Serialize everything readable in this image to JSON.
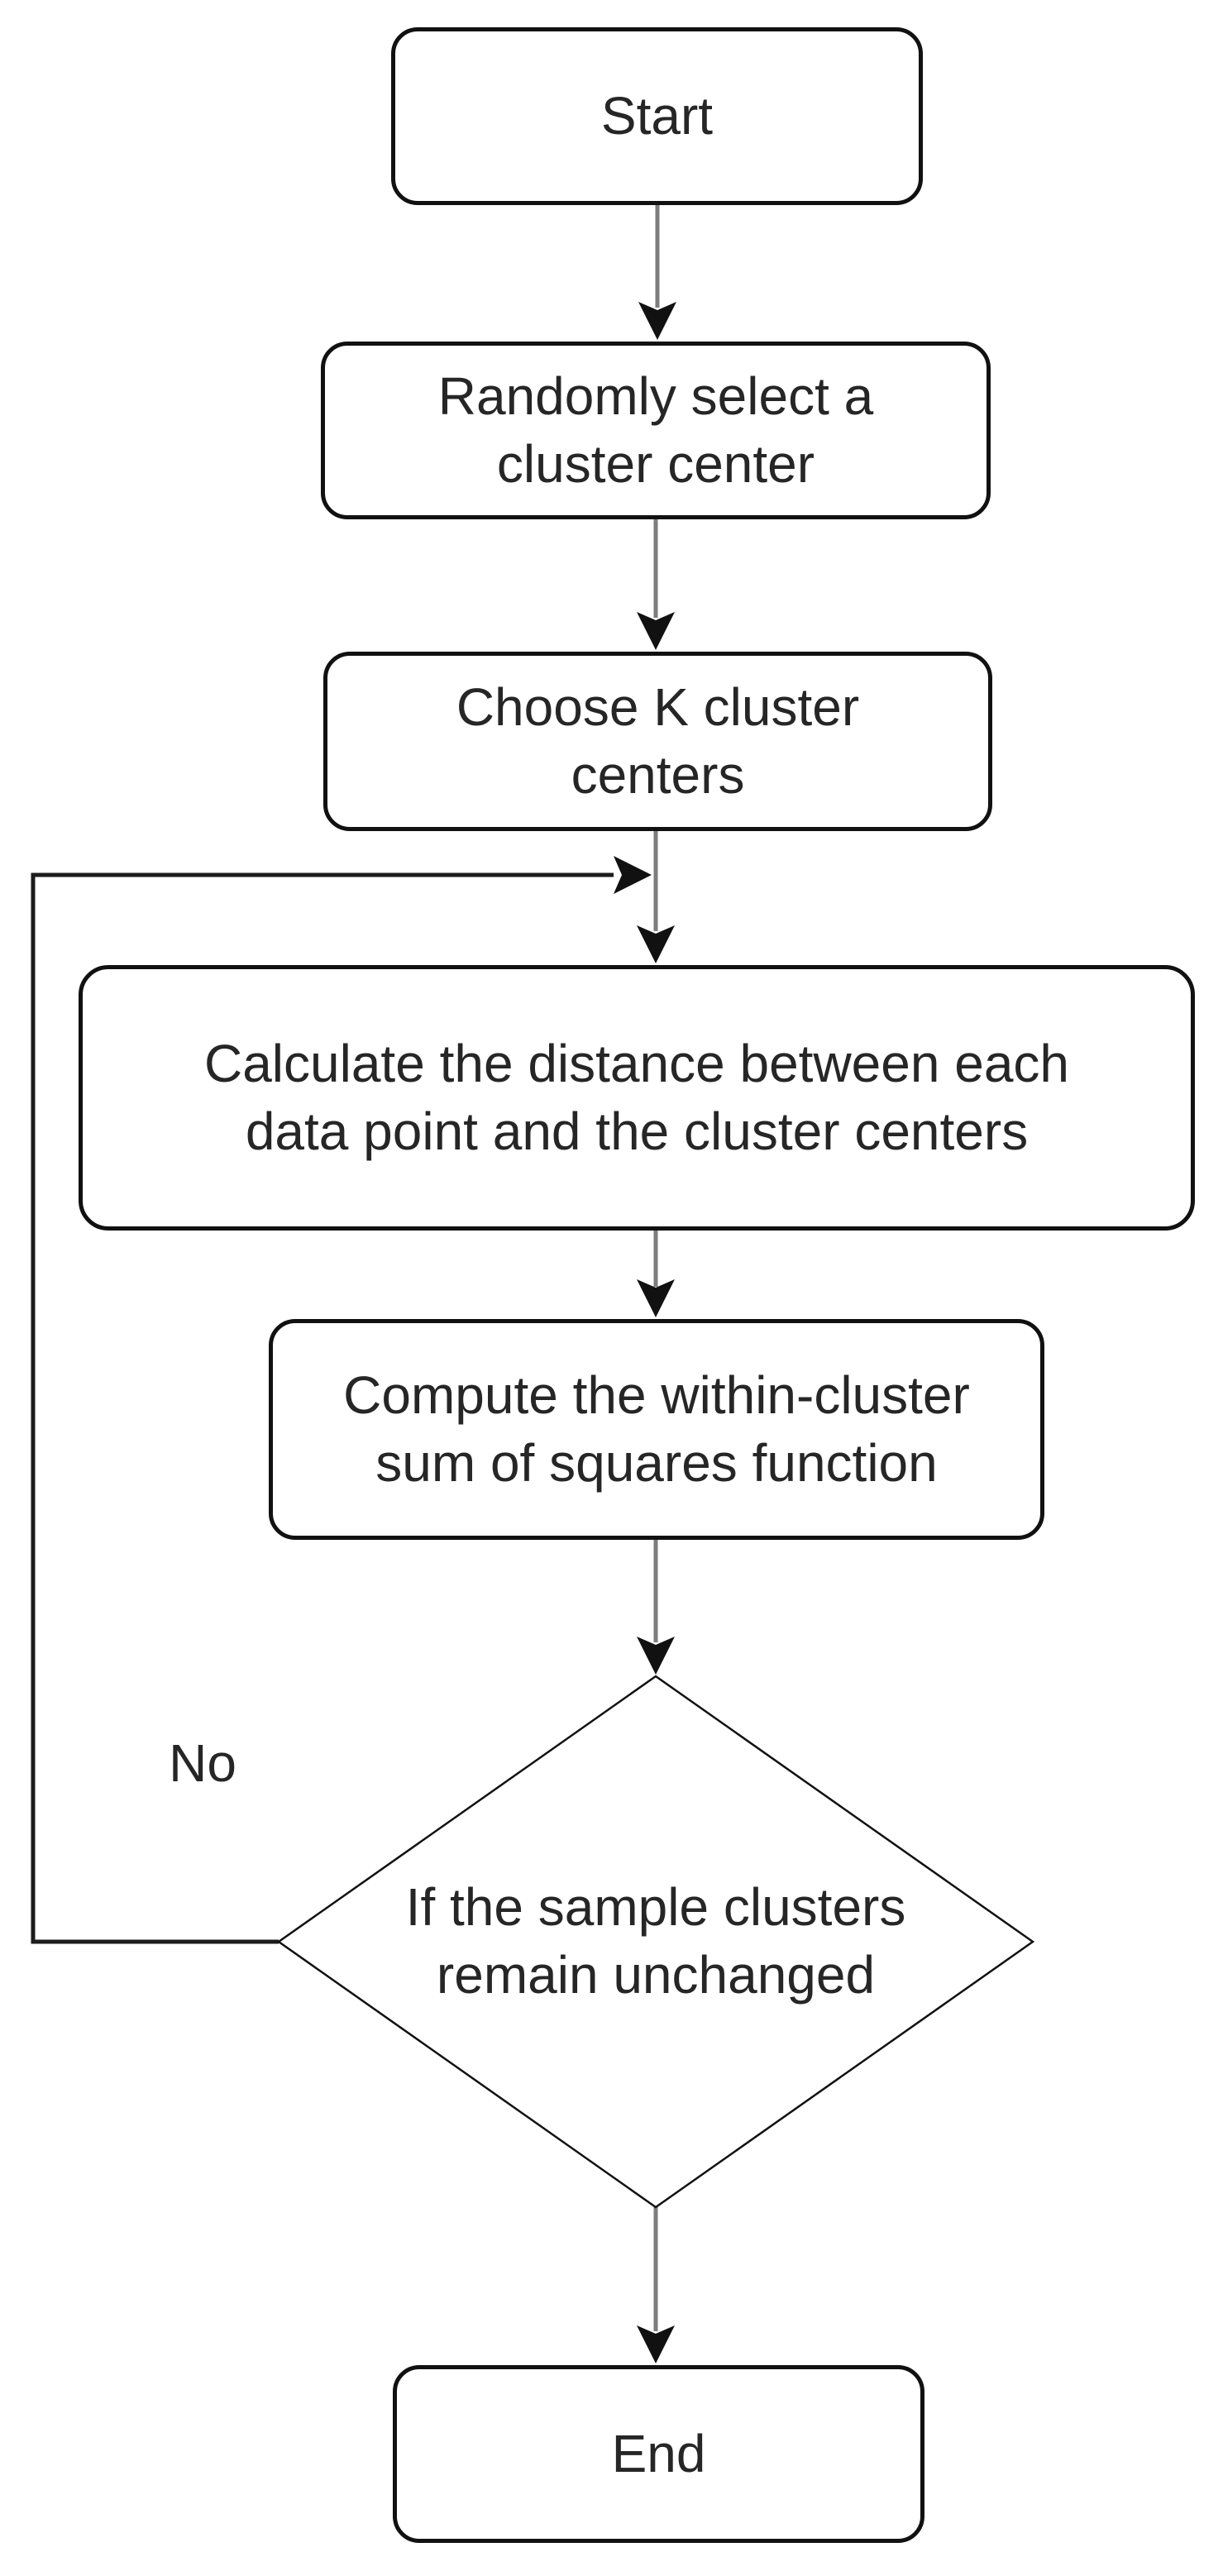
{
  "diagram": {
    "nodes": {
      "start": {
        "label": "Start"
      },
      "select_center": {
        "label": "Randomly select a cluster center"
      },
      "choose_k": {
        "label": "Choose K cluster centers"
      },
      "calc_distance": {
        "label": "Calculate the distance between each data point and the cluster centers"
      },
      "compute_wcss": {
        "label": "Compute the within-cluster sum of squares function"
      },
      "decision": {
        "label": "If the sample clusters remain unchanged"
      },
      "end": {
        "label": "End"
      }
    },
    "edge_labels": {
      "no": "No"
    },
    "colors": {
      "background": "#ffffff",
      "shape_fill": "#ffffff",
      "shape_border": "#111111",
      "connector": "#7d7d7d",
      "loop_line": "#1c1c1c",
      "arrowhead": "#111111",
      "text": "#262626"
    }
  }
}
